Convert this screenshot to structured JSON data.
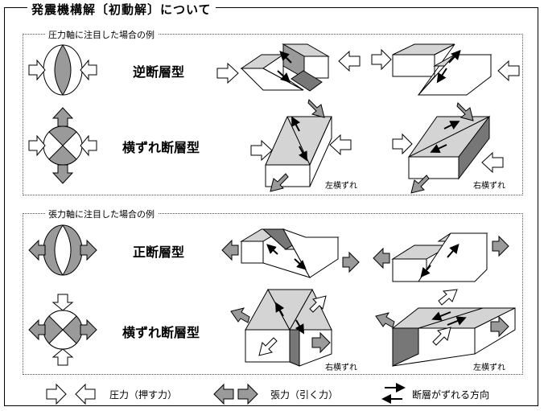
{
  "title": "発震機構解〔初動解〕について",
  "compression_section": {
    "title": "圧力軸に注目した場合の例",
    "reverse_fault": "逆断層型",
    "strike_slip_fault": "横ずれ断層型",
    "left_lateral": "左横ずれ",
    "right_lateral": "右横ずれ"
  },
  "tension_section": {
    "title": "張力軸に注目した場合の例",
    "normal_fault": "正断層型",
    "strike_slip_fault": "横ずれ断層型",
    "right_lateral": "右横ずれ",
    "left_lateral": "左横ずれ"
  },
  "legend": {
    "compression": "圧力（押す力）",
    "tension": "張力（引く力）",
    "slip_direction": "断層がずれる方向"
  },
  "colors": {
    "dark_gray": "#777777",
    "mid_gray": "#9a9a9a",
    "light_gray": "#d4d4d4",
    "black": "#000000"
  }
}
